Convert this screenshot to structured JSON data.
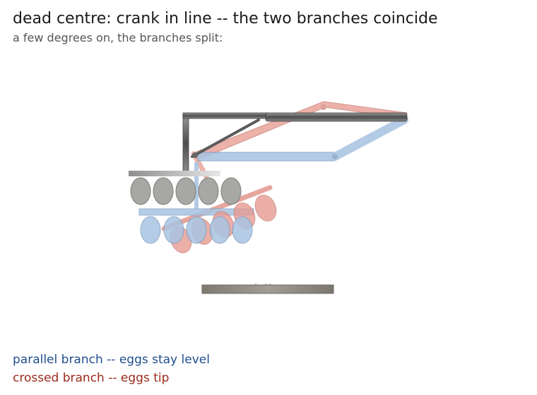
{
  "title": "dead centre: crank in line -- the two branches coincide",
  "subtitle": "a few degrees on, the branches split:",
  "legend": {
    "parallel": {
      "label": "parallel branch -- eggs stay level",
      "color": "#1f4e8c"
    },
    "crossed": {
      "label": "crossed branch -- eggs tip",
      "color": "#9b2a1c"
    }
  },
  "colors": {
    "parallel_fill": "#a9c4e2",
    "crossed_fill": "#e79c92",
    "neutral_fill": "#a7a7a4",
    "steel": "#5b5b5b",
    "base": "#8f8b83"
  },
  "eggs_per_tray": 5
}
